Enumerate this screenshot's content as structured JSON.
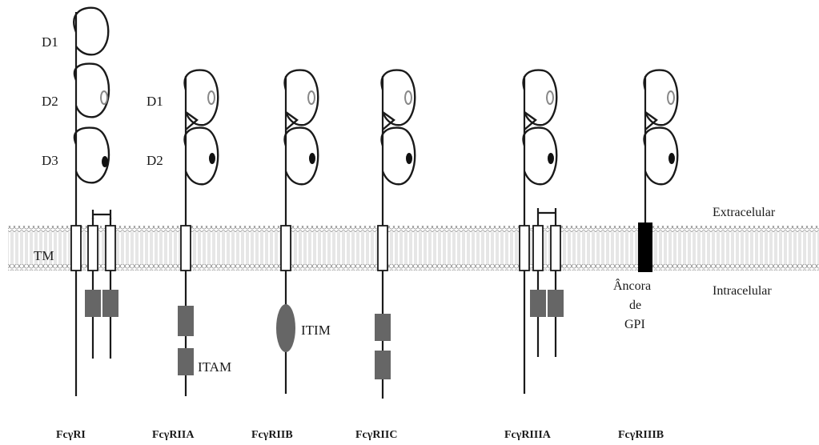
{
  "colors": {
    "membrane_head": "#9a9a9a",
    "signal_box": "#666666",
    "gpi_anchor": "#000000",
    "line": "#1a1a1a",
    "ss_bond_mark": "#b0b0b0",
    "domain_grey_marker": "#888888"
  },
  "domain_labels": {
    "fcgri": [
      "D1",
      "D2",
      "D3"
    ],
    "fcgriia": [
      "D1",
      "D2"
    ]
  },
  "membrane": {
    "outside_label": "Extracelular",
    "inside_label": "Intracelular",
    "tm_label": "TM"
  },
  "annotations": {
    "itam": "ITAM",
    "itim": "ITIM",
    "gpi_line1": "Âncora",
    "gpi_line2": "de",
    "gpi_line3": "GPI"
  },
  "receptors": [
    {
      "id": "fcgri",
      "name": "FcγRI",
      "domains": 3,
      "signal": "gamma-dimer"
    },
    {
      "id": "fcgriia",
      "name": "FcγRIIA",
      "domains": 2,
      "signal": "itam"
    },
    {
      "id": "fcgriib",
      "name": "FcγRIIB",
      "domains": 2,
      "signal": "itim"
    },
    {
      "id": "fcgriic",
      "name": "FcγRIIC",
      "domains": 2,
      "signal": "itam-unlabeled"
    },
    {
      "id": "fcgriiia",
      "name": "FcγRIIIA",
      "domains": 2,
      "signal": "gamma-dimer"
    },
    {
      "id": "fcgriiib",
      "name": "FcγRIIIB",
      "domains": 2,
      "signal": "gpi"
    }
  ]
}
